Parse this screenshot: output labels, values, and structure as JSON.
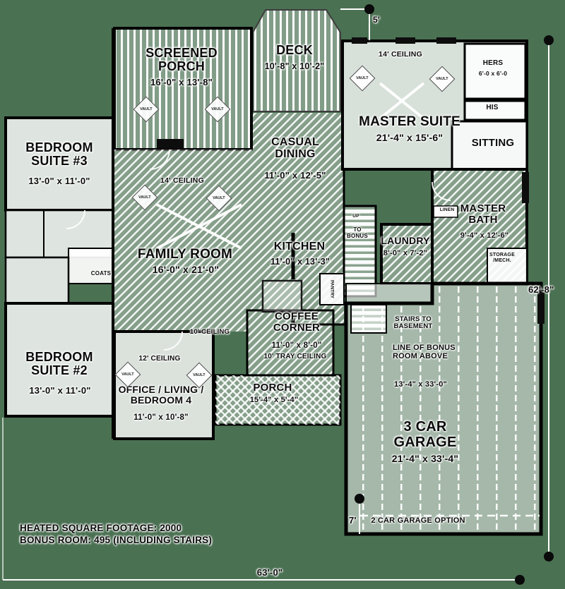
{
  "colors": {
    "background": "#4b7153",
    "wall": "#000000",
    "linework": "#ffffff",
    "text": "#0b0b0b"
  },
  "labels": {
    "screened_porch": {
      "name": "SCREENED PORCH",
      "dims": "16'-0\" x 13'-8\""
    },
    "deck": {
      "name": "DECK",
      "dims": "10'-8\" x 10'-2\""
    },
    "master_suite": {
      "name": "MASTER SUITE",
      "dims": "21'-4\" x 15'-6\"",
      "ceiling": "14' CEILING"
    },
    "hers_closet": {
      "name": "HERS",
      "dims": "6'-0 x 6'-0"
    },
    "his_closet": {
      "name": "HIS"
    },
    "sitting": {
      "name": "SITTING"
    },
    "bedroom_suite_3": {
      "name": "BEDROOM SUITE #3",
      "dims": "13'-0\" x 11'-0\""
    },
    "casual_dining": {
      "name": "CASUAL DINING",
      "dims": "11'-0\" x 12'-5\""
    },
    "family_room": {
      "name": "FAMILY ROOM",
      "dims": "16'-0\" x 21'-0\"",
      "ceiling": "14' CEILING"
    },
    "kitchen": {
      "name": "KITCHEN",
      "dims": "11'-0\" x 13'-3\""
    },
    "laundry": {
      "name": "LAUNDRY",
      "dims": "8'-0\" x 7'-2\""
    },
    "master_bath": {
      "name": "MASTER BATH",
      "dims": "9'-4\" x 12'-6\""
    },
    "coffee_corner": {
      "name": "COFFEE CORNER",
      "dims": "11'-0\" x 8'-0\"",
      "ceiling": "10' TRAY CEILING"
    },
    "bedroom_suite_2": {
      "name": "BEDROOM SUITE #2",
      "dims": "13'-0\" x 11'-0\""
    },
    "office": {
      "name": "OFFICE / LIVING / BEDROOM 4",
      "dims": "11'-0\" x 10'-8\"",
      "ceiling": "12' CEILING"
    },
    "porch": {
      "name": "PORCH",
      "dims": "15'-4\" x 5'-4\""
    },
    "garage": {
      "name": "3 CAR GARAGE",
      "dims": "21'-4\" x 33'-4\""
    },
    "garage_option": "2 CAR GARAGE OPTION",
    "stairs_to_basement": "STAIRS TO BASEMENT",
    "bonus_room_line": {
      "name": "LINE OF BONUS ROOM ABOVE",
      "dims": "13'-4\" x 33'-0\""
    },
    "to_bonus": "TO BONUS",
    "up": "UP",
    "coats": "COATS",
    "linen": "LINEN",
    "pantry": "PANTRY",
    "storage_mech": "STORAGE /MECH.",
    "ceiling_10": "10' CEILING",
    "vault": "VAULT"
  },
  "dimensions": {
    "top_offset": "5'",
    "right_overall": "62'-8\"",
    "bottom_overall": "63'-0\"",
    "garage_offset": "7'"
  },
  "footer": {
    "line1": "HEATED SQUARE FOOTAGE: 2000",
    "line2": "BONUS ROOM: 495 (INCLUDING STAIRS)"
  }
}
